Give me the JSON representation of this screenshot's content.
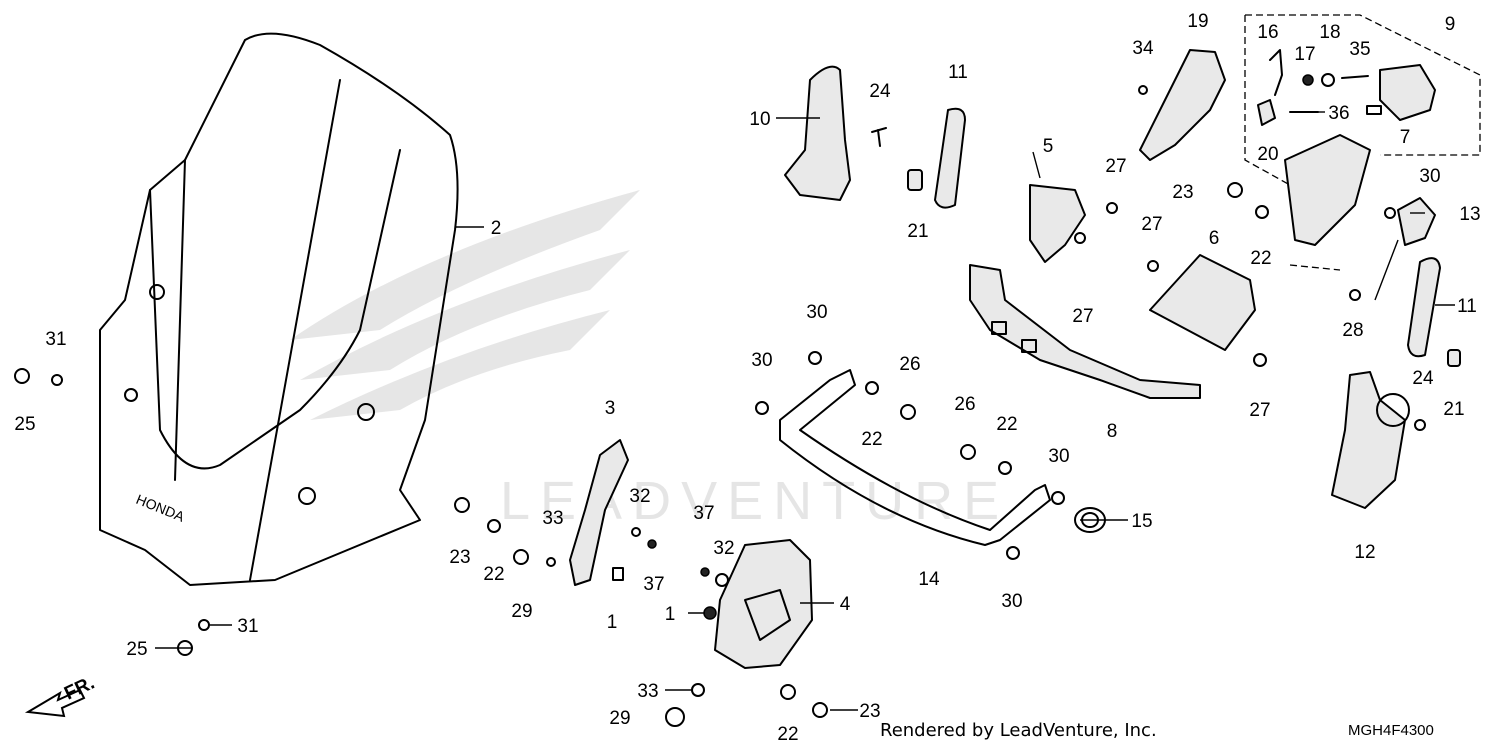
{
  "footer": {
    "rendered_by": "Rendered by LeadVenture, Inc.",
    "diagram_code": "MGH4F4300"
  },
  "watermark": "LEADVENTURE",
  "direction_label": "FR.",
  "callouts": [
    "1",
    "2",
    "3",
    "4",
    "5",
    "6",
    "7",
    "8",
    "9",
    "10",
    "11",
    "12",
    "13",
    "14",
    "15",
    "16",
    "17",
    "18",
    "19",
    "20",
    "21",
    "22",
    "23",
    "24",
    "25",
    "26",
    "27",
    "28",
    "29",
    "30",
    "31",
    "32",
    "33",
    "34",
    "35",
    "36",
    "37"
  ],
  "colors": {
    "line": "#000000",
    "background": "#ffffff",
    "watermark": "#d8d8d8"
  }
}
